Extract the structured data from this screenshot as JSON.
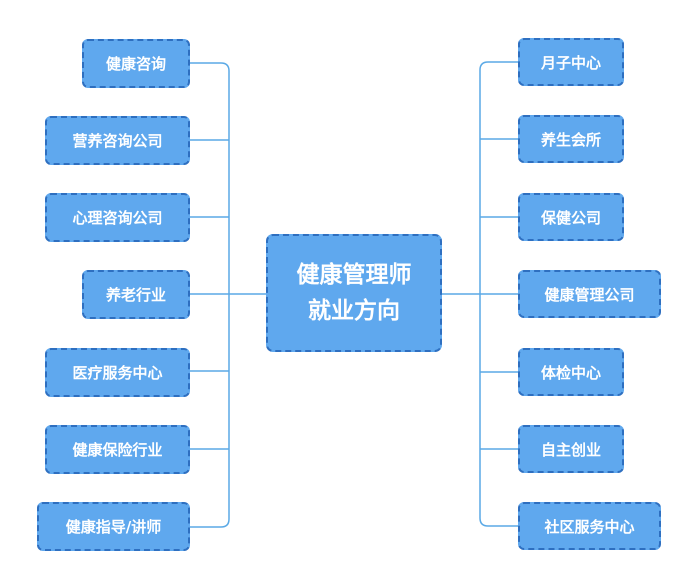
{
  "center": {
    "line1": "健康管理师",
    "line2": "就业方向"
  },
  "left_items": [
    "健康咨询",
    "营养咨询公司",
    "心理咨询公司",
    "养老行业",
    "医疗服务中心",
    "健康保险行业",
    "健康指导/讲师"
  ],
  "right_items": [
    "月子中心",
    "养生会所",
    "保健公司",
    "健康管理公司",
    "体检中心",
    "自主创业",
    "社区服务中心"
  ],
  "colors": {
    "box_fill": "#5fa8ee",
    "box_border": "#2e6fc0",
    "line": "#5aa9e6",
    "text": "#ffffff"
  }
}
